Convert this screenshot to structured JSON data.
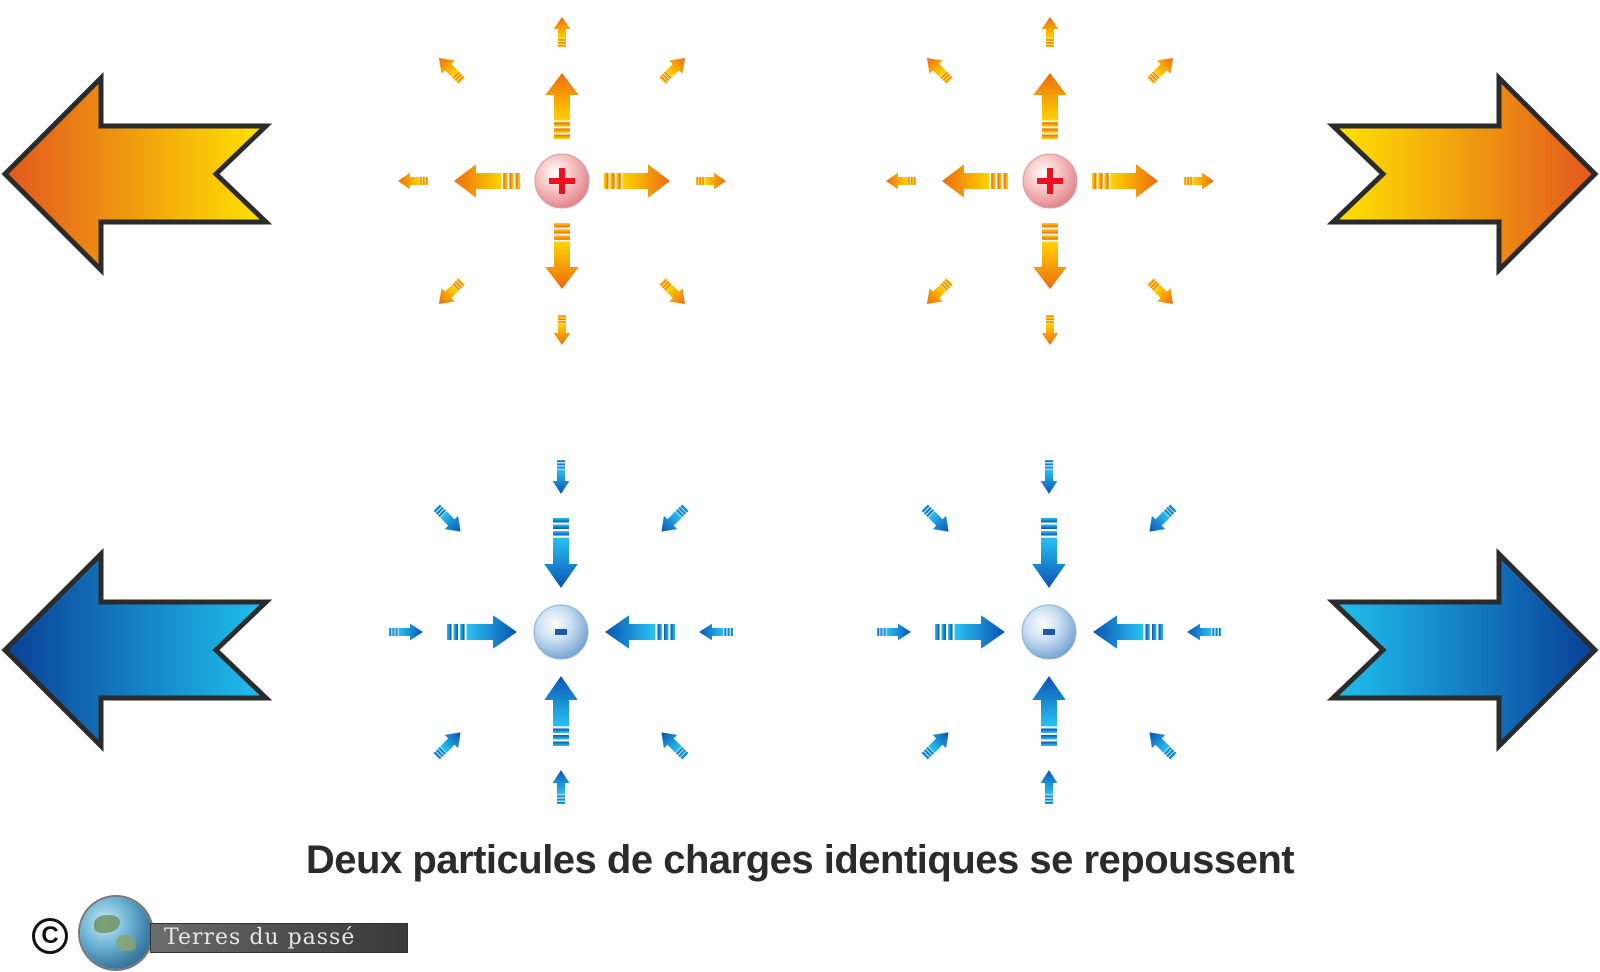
{
  "caption": "Deux particules de charges identiques se repoussent",
  "particles": [
    {
      "sign": "+",
      "row": "top",
      "position": "left"
    },
    {
      "sign": "+",
      "row": "top",
      "position": "right"
    },
    {
      "sign": "-",
      "row": "bottom",
      "position": "left"
    },
    {
      "sign": "-",
      "row": "bottom",
      "position": "right"
    }
  ],
  "field_direction": {
    "positive": "outward",
    "negative": "inward"
  },
  "repulsion_arrows": [
    {
      "row": "top",
      "side": "left",
      "direction": "left"
    },
    {
      "row": "top",
      "side": "right",
      "direction": "right"
    },
    {
      "row": "bottom",
      "side": "left",
      "direction": "left"
    },
    {
      "row": "bottom",
      "side": "right",
      "direction": "right"
    }
  ],
  "colors": {
    "positive_light": "#ffe400",
    "positive_dark": "#e2571e",
    "negative_light": "#1fc0f0",
    "negative_dark": "#0a3f96",
    "positive_sign": "#e8121e",
    "negative_sign": "#1a5aa8",
    "outline": "#2b2b2b",
    "caption": "#2b2b2b"
  },
  "logo": {
    "copyright_symbol": "C",
    "brand": "Terres du passé",
    "icon": "globe-icon"
  }
}
